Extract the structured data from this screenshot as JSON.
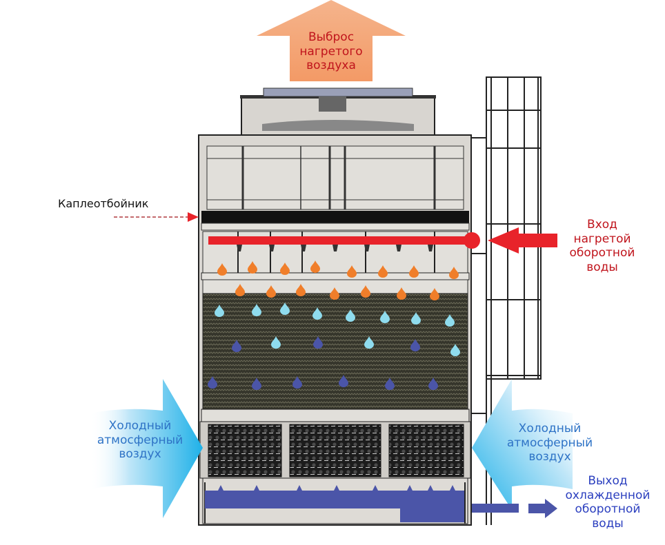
{
  "diagram": {
    "title": "Cooling tower operating principle",
    "labels": {
      "hot_air_exhaust": [
        "Выброс",
        "нагретого",
        "воздуха"
      ],
      "drift_eliminator": "Каплеотбойник",
      "hot_water_inlet": [
        "Вход",
        "нагретой",
        "оборотной",
        "воды"
      ],
      "cold_air_left": [
        "Холодный",
        "атмосферный",
        "воздух"
      ],
      "cold_air_right": [
        "Холодный",
        "атмосферный",
        "воздух"
      ],
      "cooled_water_outlet": [
        "Выход",
        "охлажденной",
        "оборотной",
        "воды"
      ]
    },
    "colors": {
      "hot_arrow": "#f2925a",
      "hot_text": "#c0141c",
      "inlet_arrow": "#e8232a",
      "cold_air": "#25b6ea",
      "cold_text": "#2e73c6",
      "water_outlet": "#4b55a8",
      "drop_orange": "#f07e2a",
      "drop_lightblue": "#8fdcee",
      "drop_darkblue": "#4b55a8",
      "casing": "#dad7d2",
      "fill_media": "#3a3a2e"
    },
    "drops": {
      "orange": 15,
      "lightblue": 11,
      "darkblue": 10
    }
  }
}
